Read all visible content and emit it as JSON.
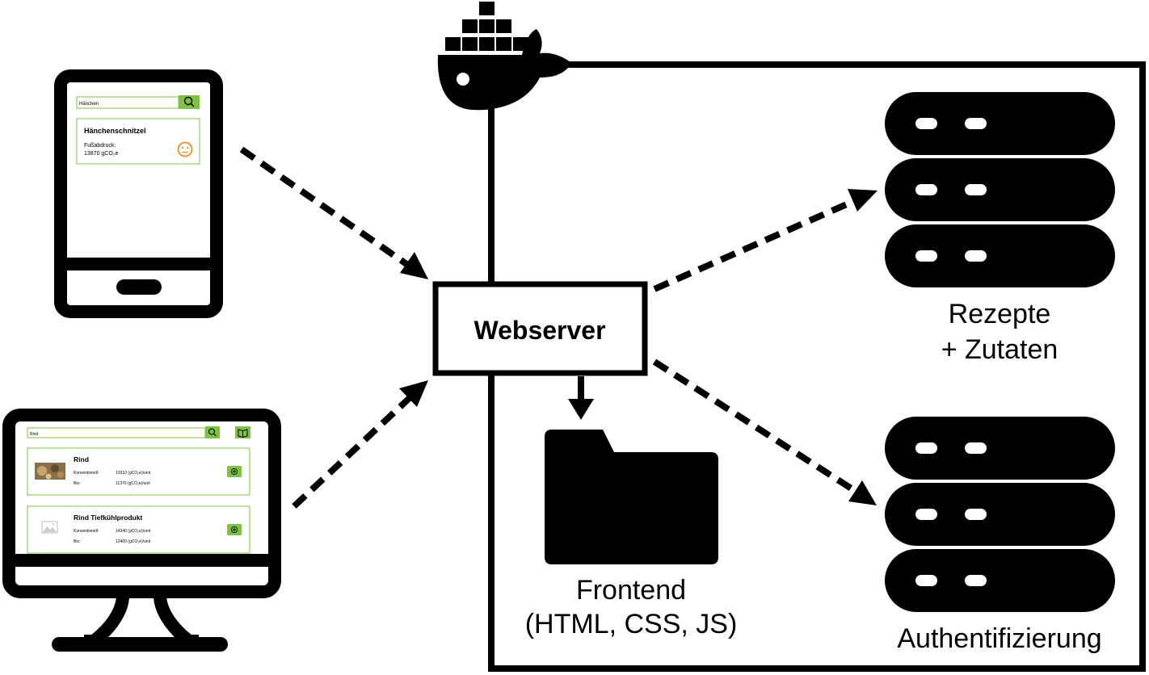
{
  "webserver": {
    "label": "Webserver"
  },
  "frontend": {
    "line1": "Frontend",
    "line2": "(HTML, CSS, JS)"
  },
  "database_recipes": {
    "line1": "Rezepte",
    "line2": "+ Zutaten"
  },
  "database_auth": {
    "label": "Authentifizierung"
  },
  "phone_screen": {
    "search_value": "Hänchen",
    "card_title": "Hänchenschnitzel",
    "card_label": "Fußabdruck:",
    "card_value": "13870 gCO₂e"
  },
  "desktop_screen": {
    "search_value": "Rind",
    "items": [
      {
        "title": "Rind",
        "row1_label": "Konventionell:",
        "row1_value": "13310 (gCO₂e)/unit",
        "row2_label": "Bio:",
        "row2_value": "11370 (gCO₂e)/unit"
      },
      {
        "title": "Rind Tiefkühlprodukt",
        "row1_label": "Konventionell:",
        "row1_value": "14340 (gCO₂e)/unit",
        "row2_label": "Bio:",
        "row2_value": "12400 (gCO₂e)/unit"
      }
    ]
  },
  "colors": {
    "accent_green": "#7dc242",
    "smiley_orange": "#f08a24",
    "ink": "#000000"
  },
  "icons": [
    "docker-whale-icon",
    "phone-icon",
    "desktop-monitor-icon",
    "folder-icon",
    "server-stack-icon",
    "search-icon",
    "book-icon",
    "add-icon",
    "neutral-face-icon",
    "image-placeholder-icon"
  ]
}
